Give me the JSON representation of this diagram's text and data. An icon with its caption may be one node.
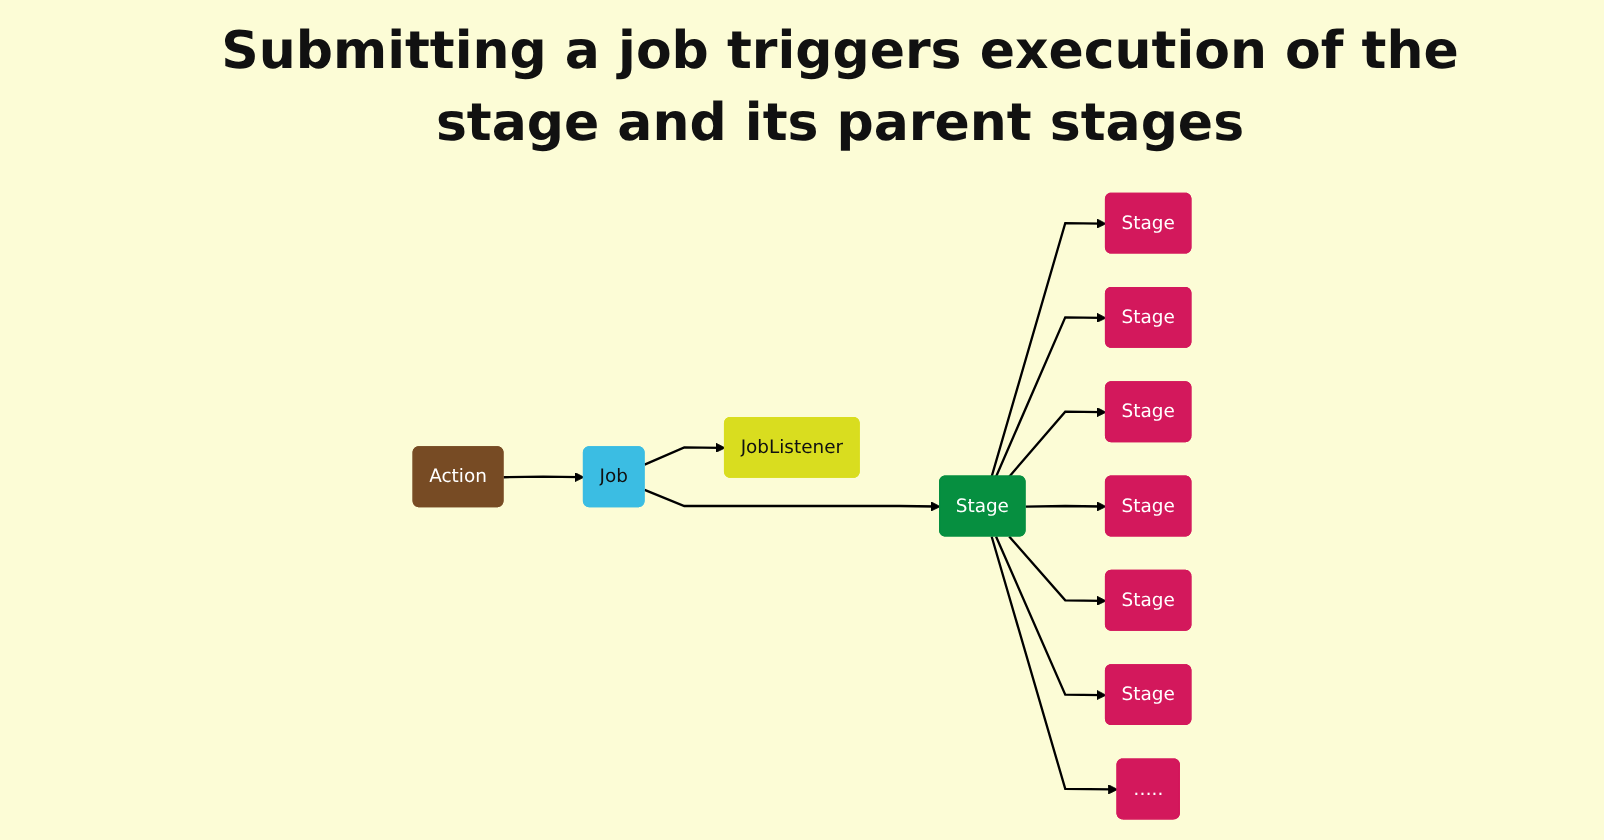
{
  "diagram": {
    "title": "Submitting a job triggers execution of the stage and its parent stages",
    "nodes": [
      {
        "text": [
          "Action"
        ]
      },
      {
        "text": [
          "Job"
        ]
      },
      {
        "text": [
          "JobListener"
        ]
      },
      {
        "text": [
          "Stage"
        ]
      },
      {
        "text": [
          "Stage"
        ]
      },
      {
        "text": [
          "Stage"
        ]
      },
      {
        "text": [
          "Stage"
        ]
      },
      {
        "text": [
          "Stage"
        ]
      },
      {
        "text": [
          "Stage"
        ]
      },
      {
        "text": [
          "Stage"
        ]
      },
      {
        "text": [
          "….."
        ]
      }
    ],
    "edges": [
      {
        "from": 0,
        "to": 1,
        "arrow": "to"
      },
      {
        "from": 1,
        "to": 2,
        "arrow": "to"
      },
      {
        "from": 1,
        "to": 3,
        "arrow": "to"
      },
      {
        "from": 3,
        "to": 4,
        "arrow": "to"
      },
      {
        "from": 3,
        "to": 5,
        "arrow": "to"
      },
      {
        "from": 3,
        "to": 6,
        "arrow": "to"
      },
      {
        "from": 3,
        "to": 7,
        "arrow": "to"
      },
      {
        "from": 3,
        "to": 8,
        "arrow": "to"
      },
      {
        "from": 3,
        "to": 9,
        "arrow": "to"
      },
      {
        "from": 3,
        "to": 10,
        "arrow": "to"
      }
    ]
  }
}
